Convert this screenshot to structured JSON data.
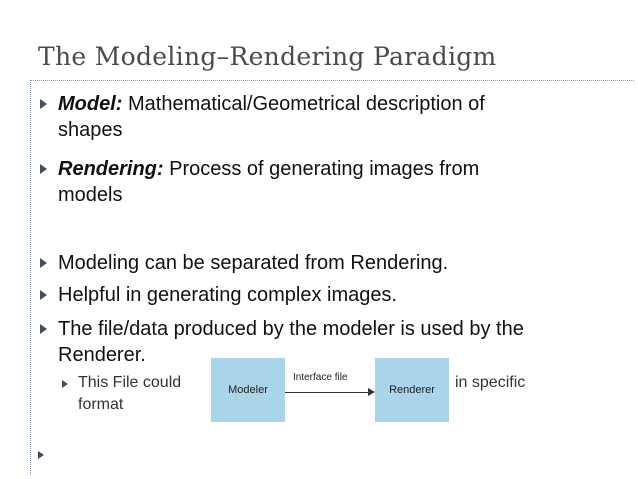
{
  "title": "The Modeling–Rendering Paradigm",
  "bullets": [
    {
      "term": "Model:",
      "line1": " Mathematical/Geometrical description of",
      "line2": "shapes"
    },
    {
      "term": "Rendering:",
      "line1": " Process of generating images from",
      "line2": "models"
    }
  ],
  "points": {
    "p1": "Modeling can be separated from Rendering.",
    "p2": "Helpful in generating complex images.",
    "p3_line1": "The file/data produced by the modeler is used by the",
    "p3_line2": "Renderer."
  },
  "sub": {
    "left": "This File could",
    "right": "in specific",
    "line2": "format"
  },
  "diagram": {
    "modeler": "Modeler",
    "interface": "Interface file",
    "renderer": "Renderer"
  }
}
